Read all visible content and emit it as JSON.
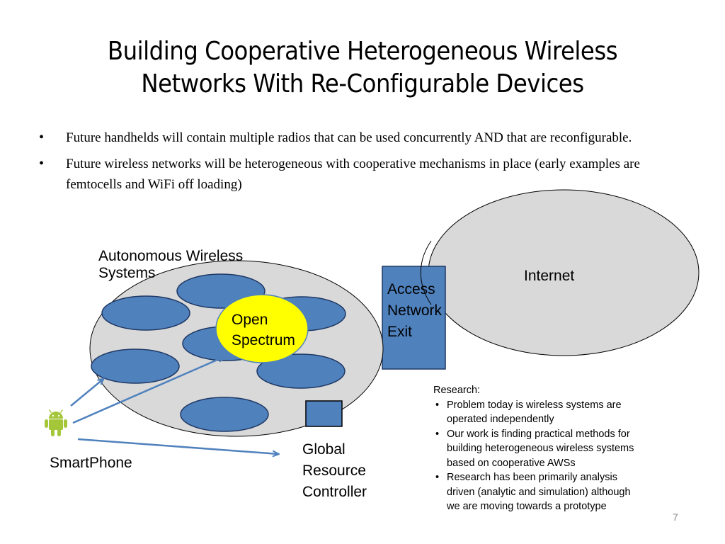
{
  "slide": {
    "title_lines": [
      "Building Cooperative Heterogeneous Wireless",
      "Networks With Re-Configurable Devices"
    ],
    "bullets": [
      "Future handhelds will contain multiple radios that can be used concurrently AND that are reconfigurable.",
      "Future wireless networks will be heterogeneous with cooperative mechanisms in place (early examples are femtocells and WiFi off loading)"
    ],
    "page_number": "7"
  },
  "diagram": {
    "aws_label_lines": [
      "Autonomous Wireless",
      "Systems"
    ],
    "open_spectrum_lines": [
      "Open",
      "Spectrum"
    ],
    "access_exit_lines": [
      "Access",
      "Network",
      "Exit"
    ],
    "internet_label": "Internet",
    "grc_lines": [
      "Global",
      "Resource",
      "Controller"
    ],
    "smartphone_label": "SmartPhone",
    "android_icon": "android-robot-icon"
  },
  "research": {
    "heading": "Research:",
    "items": [
      [
        "Problem today is wireless systems are",
        "operated independently"
      ],
      [
        "Our work is finding practical methods for",
        "building heterogeneous wireless systems",
        "based on cooperative AWSs"
      ],
      [
        "Research has been primarily analysis",
        "driven (analytic and simulation) although",
        "we are moving towards a prototype"
      ]
    ]
  },
  "colors": {
    "large_ellipse_fill": "#d9d9d9",
    "system_fill": "#4f81bd",
    "system_stroke": "#1f3864",
    "open_spectrum_fill": "#ffff00",
    "arrow": "#4f81bd",
    "android_green": "#a4c639"
  }
}
